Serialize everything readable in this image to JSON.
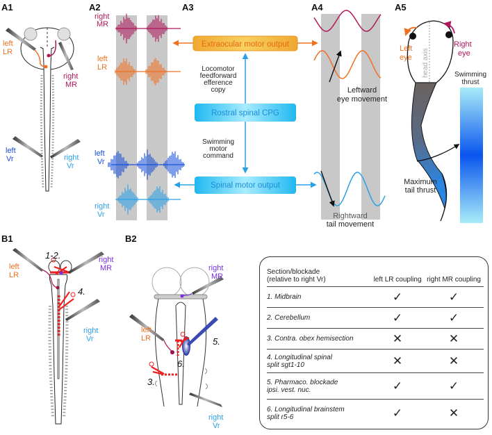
{
  "colors": {
    "mr": "#b0175a",
    "lr": "#f07020",
    "left_vr": "#1a4fd8",
    "right_vr": "#2aa0e8",
    "b_mr": "#7a2ee0",
    "cut_red": "#ee2020",
    "check_green": "#2ecc2e",
    "cross_red": "#e03030",
    "band_gray": "#c8c8c8",
    "extraocular_box": "#f2b53a",
    "cpg_box": "#3cc8f0"
  },
  "panels": {
    "A1": {
      "label": "A1",
      "left_lr": [
        "left",
        "LR"
      ],
      "right_mr": [
        "right",
        "MR"
      ],
      "left_vr": [
        "left",
        "Vr"
      ],
      "right_vr": [
        "right",
        "Vr"
      ]
    },
    "A2": {
      "label": "A2",
      "traces": [
        {
          "name": [
            "right",
            "MR"
          ],
          "color_key": "mr"
        },
        {
          "name": [
            "left",
            "LR"
          ],
          "color_key": "lr"
        },
        {
          "name": [
            "left",
            "Vr"
          ],
          "color_key": "left_vr"
        },
        {
          "name": [
            "right",
            "Vr"
          ],
          "color_key": "right_vr"
        }
      ]
    },
    "A3": {
      "label": "A3",
      "extraocular_box": "Extraocular motor output",
      "cpg_box": "Rostral spinal CPG",
      "spinal_box": "Spinal motor output",
      "efference_note": [
        "Locomotor",
        "feedforward",
        "efference",
        "copy"
      ],
      "command_note": [
        "Swimming",
        "motor",
        "command"
      ]
    },
    "A4": {
      "label": "A4",
      "eye_note": [
        "Leftward",
        "eye movement"
      ],
      "tail_note": [
        "Rightward",
        "tail movement"
      ]
    },
    "A5": {
      "label": "A5",
      "left_eye": [
        "Left",
        "eye"
      ],
      "right_eye": [
        "Right",
        "eye"
      ],
      "head_axis": "head axis",
      "thrust_title": [
        "Swimming",
        "thrust"
      ],
      "max_thrust": [
        "Maximum",
        "tail thrust"
      ]
    },
    "B1": {
      "label": "B1",
      "cut_12": "1-2.",
      "cut_4": "4.",
      "left_lr": [
        "left",
        "LR"
      ],
      "right_mr": [
        "right",
        "MR"
      ],
      "right_vr": [
        "right",
        "Vr"
      ]
    },
    "B2": {
      "label": "B2",
      "right_mr": [
        "right",
        "MR"
      ],
      "left_lr": [
        "left",
        "LR"
      ],
      "right_vr": [
        "right",
        "Vr"
      ],
      "cut_3": "3.",
      "cut_5": "5.",
      "cut_6": "6."
    }
  },
  "table": {
    "header": {
      "section": [
        "Section/blockade",
        "(relative to right Vr)"
      ],
      "col1": "left LR coupling",
      "col2": "right MR coupling"
    },
    "rows": [
      {
        "label": [
          "1. Midbrain"
        ],
        "left_lr": "check",
        "right_mr": "check"
      },
      {
        "label": [
          "2. Cerebellum"
        ],
        "left_lr": "check",
        "right_mr": "check"
      },
      {
        "label": [
          "3. Contra. obex hemisection"
        ],
        "left_lr": "cross",
        "right_mr": "cross"
      },
      {
        "label": [
          "4. Longitudinal spinal",
          "split sgt1-10"
        ],
        "left_lr": "cross",
        "right_mr": "cross"
      },
      {
        "label": [
          "5. Pharmaco. blockade",
          "ipsi. vest. nuc."
        ],
        "left_lr": "check",
        "right_mr": "check"
      },
      {
        "label": [
          "6. Longitudinal brainstem",
          "split r5-6"
        ],
        "left_lr": "check",
        "right_mr": "cross"
      }
    ],
    "symbols": {
      "check": "✓",
      "cross": "✕"
    }
  }
}
